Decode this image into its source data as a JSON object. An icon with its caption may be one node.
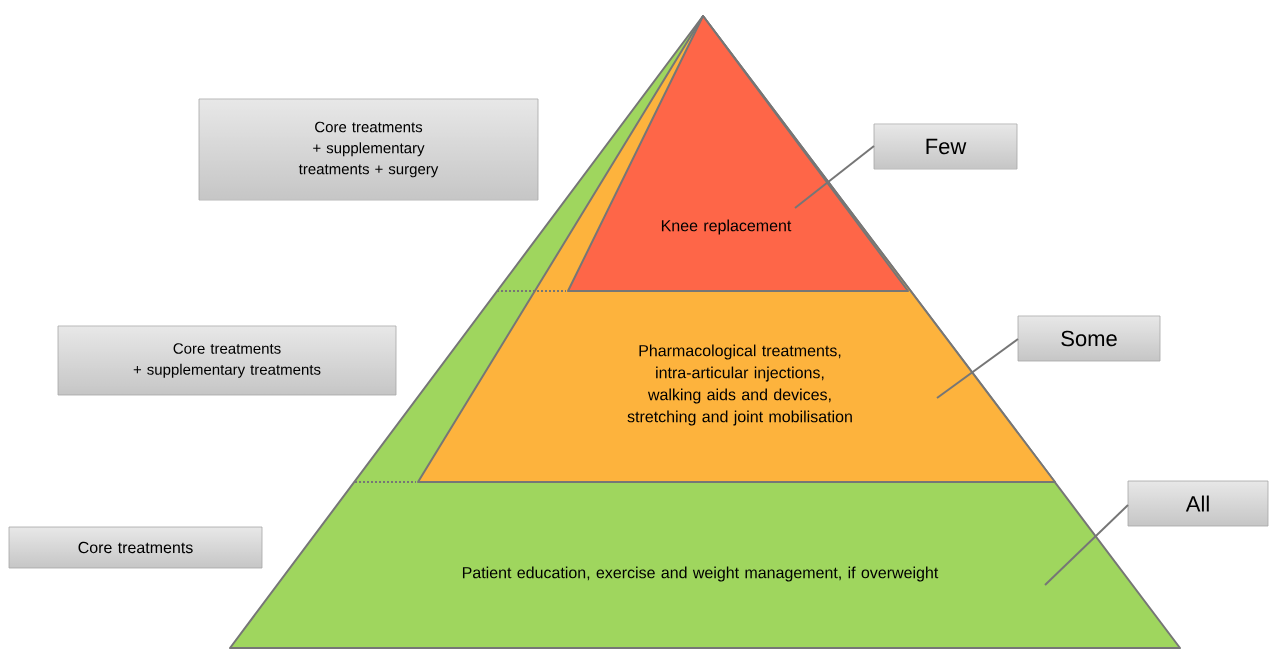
{
  "diagram": {
    "nodes": [
      {
        "text": [
          "Core treatments + supplementary treatments + surgery"
        ]
      },
      {
        "text": [
          "Few"
        ]
      },
      {
        "text": [
          "Core treatments + supplementary treatments"
        ]
      },
      {
        "text": [
          "Some"
        ]
      },
      {
        "text": [
          "Core treatments"
        ]
      },
      {
        "text": [
          "All"
        ]
      },
      {
        "text": [
          "Patient education, exercise and weight management, if overweight"
        ]
      },
      {
        "text": [
          "Pharmacological treatments, intra-articular injections, walking aids and devices, stretching and joint mobilisation"
        ],
        "in": 6
      },
      {
        "text": [
          "Knee replacement"
        ],
        "in": 7
      }
    ],
    "edges": [
      {
        "from": 1,
        "to": 8,
        "arrow": "none"
      },
      {
        "from": 3,
        "to": 7,
        "arrow": "none"
      },
      {
        "from": 5,
        "to": 6,
        "arrow": "none"
      }
    ]
  }
}
